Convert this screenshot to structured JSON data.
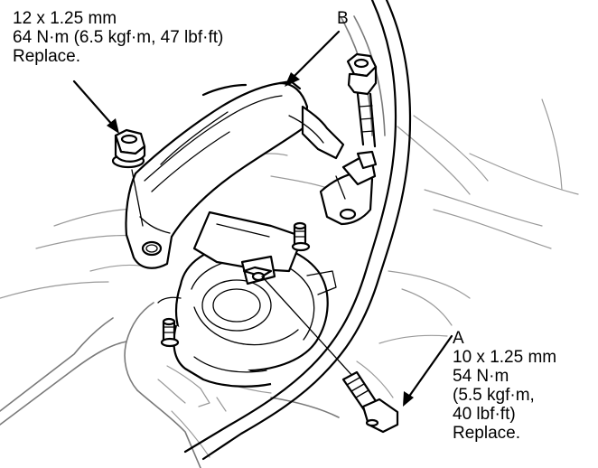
{
  "labels": {
    "nut_top": {
      "size": "12 x 1.25 mm",
      "torque": "64 N·m (6.5 kgf·m, 47 lbf·ft)",
      "note": "Replace."
    },
    "callout_b": {
      "letter": "B"
    },
    "callout_a": {
      "letter": "A",
      "size": "10 x 1.25 mm",
      "torque_nm": "54 N·m",
      "torque_kgf": "(5.5 kgf·m,",
      "torque_lbf": "40 lbf·ft)",
      "note": "Replace."
    }
  },
  "colors": {
    "line": "#000000",
    "background_line": "#9a9a9a",
    "paper": "#ffffff"
  }
}
